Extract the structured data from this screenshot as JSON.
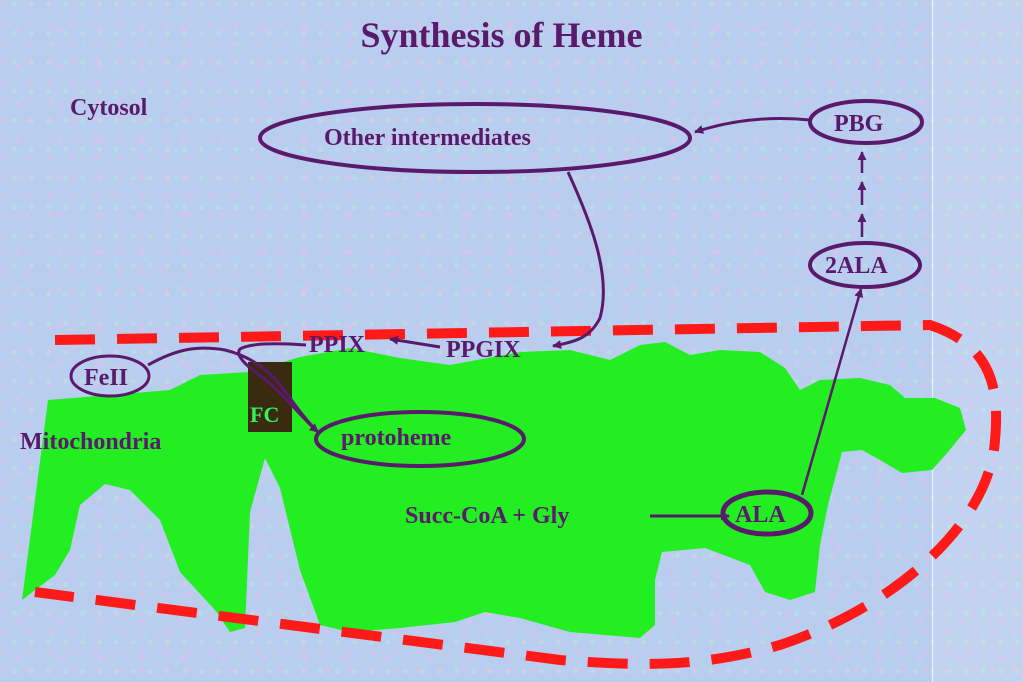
{
  "title": "Synthesis of Heme",
  "compartments": {
    "cytosol": "Cytosol",
    "mitochondria": "Mitochondria"
  },
  "nodes": {
    "other_intermediates": "Other intermediates",
    "pbg": "PBG",
    "two_ala": "2ALA",
    "ppix": "PPIX",
    "ppgix": "PPGIX",
    "feii": "FeII",
    "fc": "FC",
    "protoheme": "protoheme",
    "substrates": "Succ-CoA + Gly",
    "ala": "ALA"
  },
  "colors": {
    "text": "#5a1a6b",
    "mitochondria_fill": "#22ee22",
    "membrane": "#ff1a1a",
    "enzyme_box": "#3a2a10",
    "enzyme_text": "#35f25a",
    "background": "#b9cdee"
  }
}
